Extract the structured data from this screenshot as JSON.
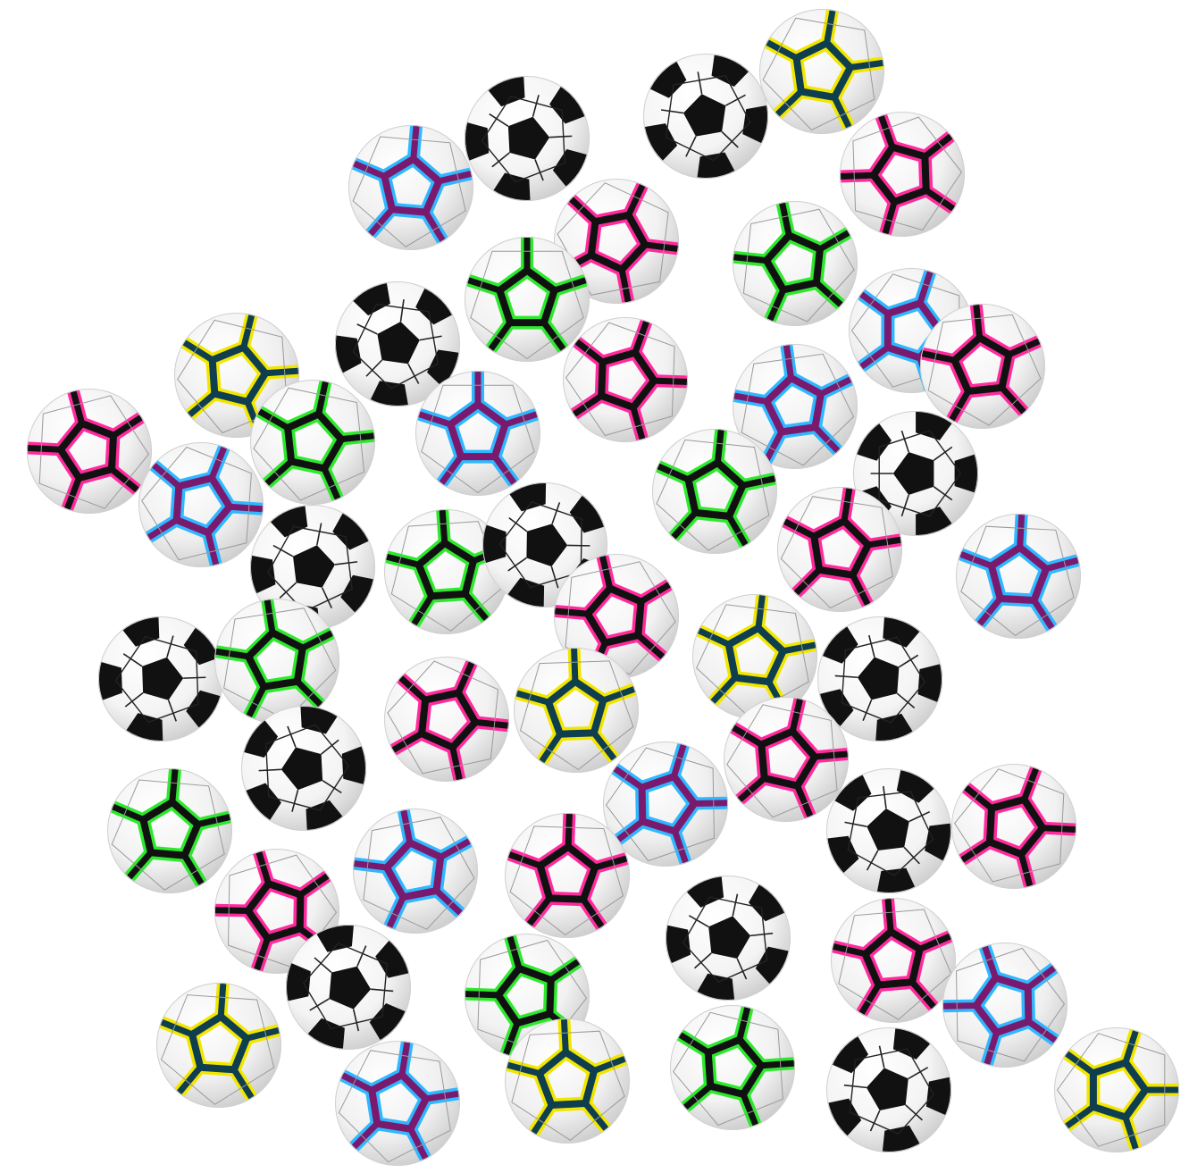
{
  "scene": {
    "background_color": "#ffffff"
  },
  "ball_styles": {
    "classic": {
      "base": "#f4f4f4",
      "panel": "#111111",
      "trim": "#111111",
      "glow": "#111111",
      "shade": "#c9c9c9"
    },
    "pink": {
      "base": "#f2f2f2",
      "panel": "#ffffff",
      "trim": "#111111",
      "glow": "#ff2b9c",
      "shade": "#c7c7c7"
    },
    "green": {
      "base": "#f2f2f2",
      "panel": "#ffffff",
      "trim": "#111111",
      "glow": "#2ee82e",
      "shade": "#c7c7c7"
    },
    "purple": {
      "base": "#f0f0f0",
      "panel": "#ffffff",
      "trim": "#7a1a6e",
      "glow": "#2fb7ff",
      "shade": "#c9c9c9"
    },
    "teal": {
      "base": "#f0f0f0",
      "panel": "#ffffff",
      "trim": "#0f3f4f",
      "glow": "#f2e600",
      "shade": "#c9c9c9"
    }
  },
  "balls": [
    {
      "kind": "teal",
      "rotation": 10
    },
    {
      "kind": "classic",
      "rotation": 15
    },
    {
      "kind": "classic",
      "rotation": -10
    },
    {
      "kind": "purple",
      "rotation": 5
    },
    {
      "kind": "pink",
      "rotation": -20
    },
    {
      "kind": "pink",
      "rotation": 25
    },
    {
      "kind": "green",
      "rotation": 0
    },
    {
      "kind": "green",
      "rotation": -12
    },
    {
      "kind": "classic",
      "rotation": 8
    },
    {
      "kind": "purple",
      "rotation": 18
    },
    {
      "kind": "pink",
      "rotation": -6
    },
    {
      "kind": "teal",
      "rotation": 14
    },
    {
      "kind": "purple",
      "rotation": 0
    },
    {
      "kind": "pink",
      "rotation": 20
    },
    {
      "kind": "pink",
      "rotation": -15
    },
    {
      "kind": "green",
      "rotation": 12
    },
    {
      "kind": "purple",
      "rotation": -8
    },
    {
      "kind": "purple",
      "rotation": 22
    },
    {
      "kind": "green",
      "rotation": 6
    },
    {
      "kind": "classic",
      "rotation": -18
    },
    {
      "kind": "classic",
      "rotation": 11
    },
    {
      "kind": "green",
      "rotation": -4
    },
    {
      "kind": "classic",
      "rotation": 19
    },
    {
      "kind": "pink",
      "rotation": 9
    },
    {
      "kind": "pink",
      "rotation": -13
    },
    {
      "kind": "purple",
      "rotation": 3
    },
    {
      "kind": "classic",
      "rotation": 16
    },
    {
      "kind": "green",
      "rotation": -9
    },
    {
      "kind": "teal",
      "rotation": 7
    },
    {
      "kind": "classic",
      "rotation": -14
    },
    {
      "kind": "pink",
      "rotation": 24
    },
    {
      "kind": "teal",
      "rotation": -2
    },
    {
      "kind": "pink",
      "rotation": 13
    },
    {
      "kind": "classic",
      "rotation": -21
    },
    {
      "kind": "green",
      "rotation": 5
    },
    {
      "kind": "purple",
      "rotation": 17
    },
    {
      "kind": "classic",
      "rotation": -7
    },
    {
      "kind": "pink",
      "rotation": 21
    },
    {
      "kind": "purple",
      "rotation": -11
    },
    {
      "kind": "pink",
      "rotation": 2
    },
    {
      "kind": "pink",
      "rotation": -17
    },
    {
      "kind": "classic",
      "rotation": 12
    },
    {
      "kind": "pink",
      "rotation": -5
    },
    {
      "kind": "classic",
      "rotation": 23
    },
    {
      "kind": "green",
      "rotation": -16
    },
    {
      "kind": "teal",
      "rotation": 4
    },
    {
      "kind": "purple",
      "rotation": -19
    },
    {
      "kind": "purple",
      "rotation": 9
    },
    {
      "kind": "teal",
      "rotation": -3
    },
    {
      "kind": "green",
      "rotation": 14
    },
    {
      "kind": "classic",
      "rotation": -12
    },
    {
      "kind": "teal",
      "rotation": 18
    }
  ]
}
